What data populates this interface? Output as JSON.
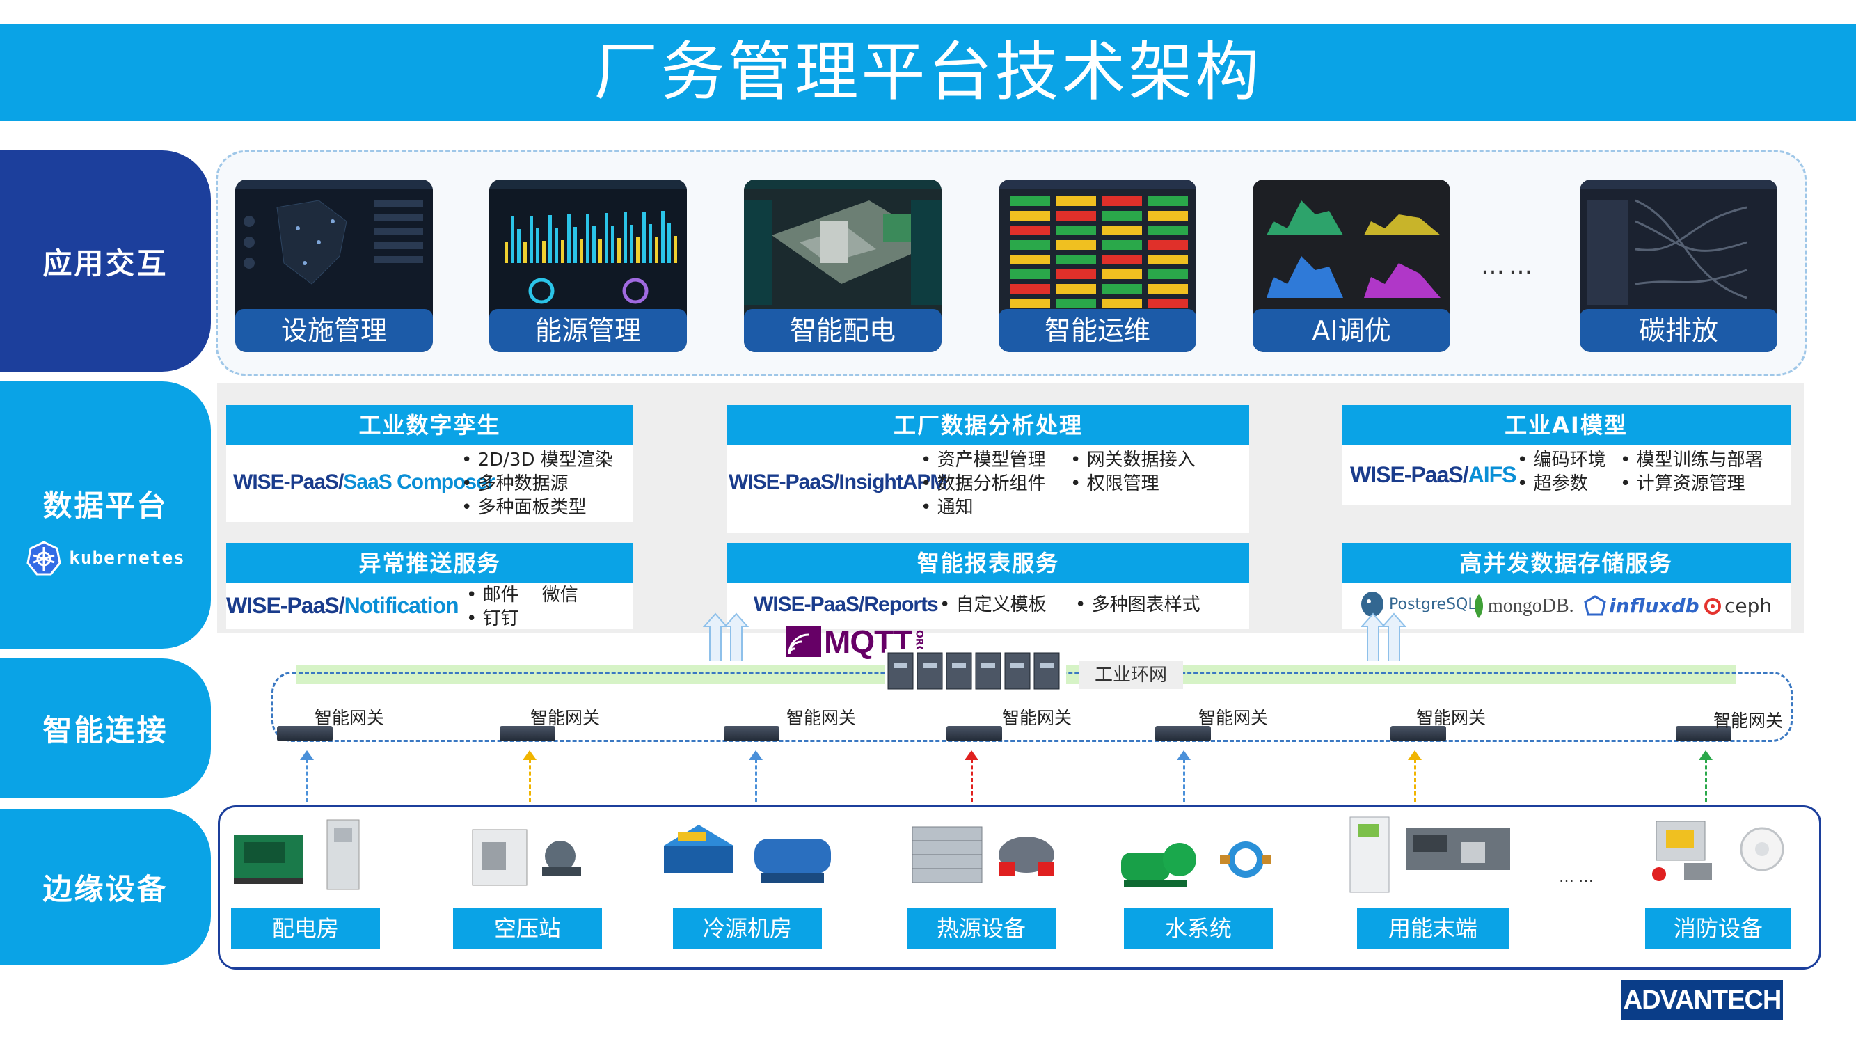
{
  "title": "厂务管理平台技术架构",
  "layers": {
    "app": "应用交互",
    "data": "数据平台",
    "connect": "智能连接",
    "edge": "边缘设备",
    "k8s": "kubernetes"
  },
  "apps": [
    "设施管理",
    "能源管理",
    "智能配电",
    "智能运维",
    "AI调优",
    "碳排放"
  ],
  "apps_more": "……",
  "services": {
    "twin": {
      "title": "工业数字孪生",
      "product_a": "WISE-PaaS/",
      "product_b": "SaaS Composer",
      "features": [
        "2D/3D 模型渲染",
        "多种数据源",
        "多种面板类型"
      ]
    },
    "analysis": {
      "title": "工厂数据分析处理",
      "product_a": "WISE-PaaS/",
      "product_b": "InsightAPM",
      "features": [
        "资产模型管理",
        "数据分析组件",
        "通知",
        "网关数据接入",
        "权限管理"
      ]
    },
    "ai": {
      "title": "工业AI模型",
      "product_a": "WISE-PaaS/",
      "product_b": "AIFS",
      "features": [
        "编码环境",
        "超参数",
        "模型训练与部署",
        "计算资源管理"
      ]
    },
    "notify": {
      "title": "异常推送服务",
      "product_a": "WISE-PaaS/",
      "product_b": "Notification",
      "features": [
        "邮件",
        "微信",
        "钉钉"
      ]
    },
    "report": {
      "title": "智能报表服务",
      "product_a": "WISE-PaaS/",
      "product_b": "Reports",
      "features": [
        "自定义模板",
        "多种图表样式"
      ]
    },
    "storage": {
      "title": "高并发数据存储服务",
      "dbs": [
        "PostgreSQL",
        "mongoDB.",
        "influxdb",
        "ceph"
      ]
    }
  },
  "mqtt": "MQTT",
  "mqtt_org": "ORG",
  "ring_label": "工业环网",
  "gateway_label": "智能网关",
  "edge_devices": [
    "配电房",
    "空压站",
    "冷源机房",
    "热源设备",
    "水系统",
    "用能末端",
    "消防设备"
  ],
  "edge_more": "……",
  "brand": "ADVANTECH",
  "colors": {
    "banner": "#0aa3e6",
    "layer_dark": "#1c3f9c",
    "layer_light": "#0aa3e6",
    "arrow_blue": "#4a90d9",
    "arrow_yellow": "#f0b400",
    "arrow_red": "#e0201e",
    "arrow_green": "#2aa84a"
  }
}
